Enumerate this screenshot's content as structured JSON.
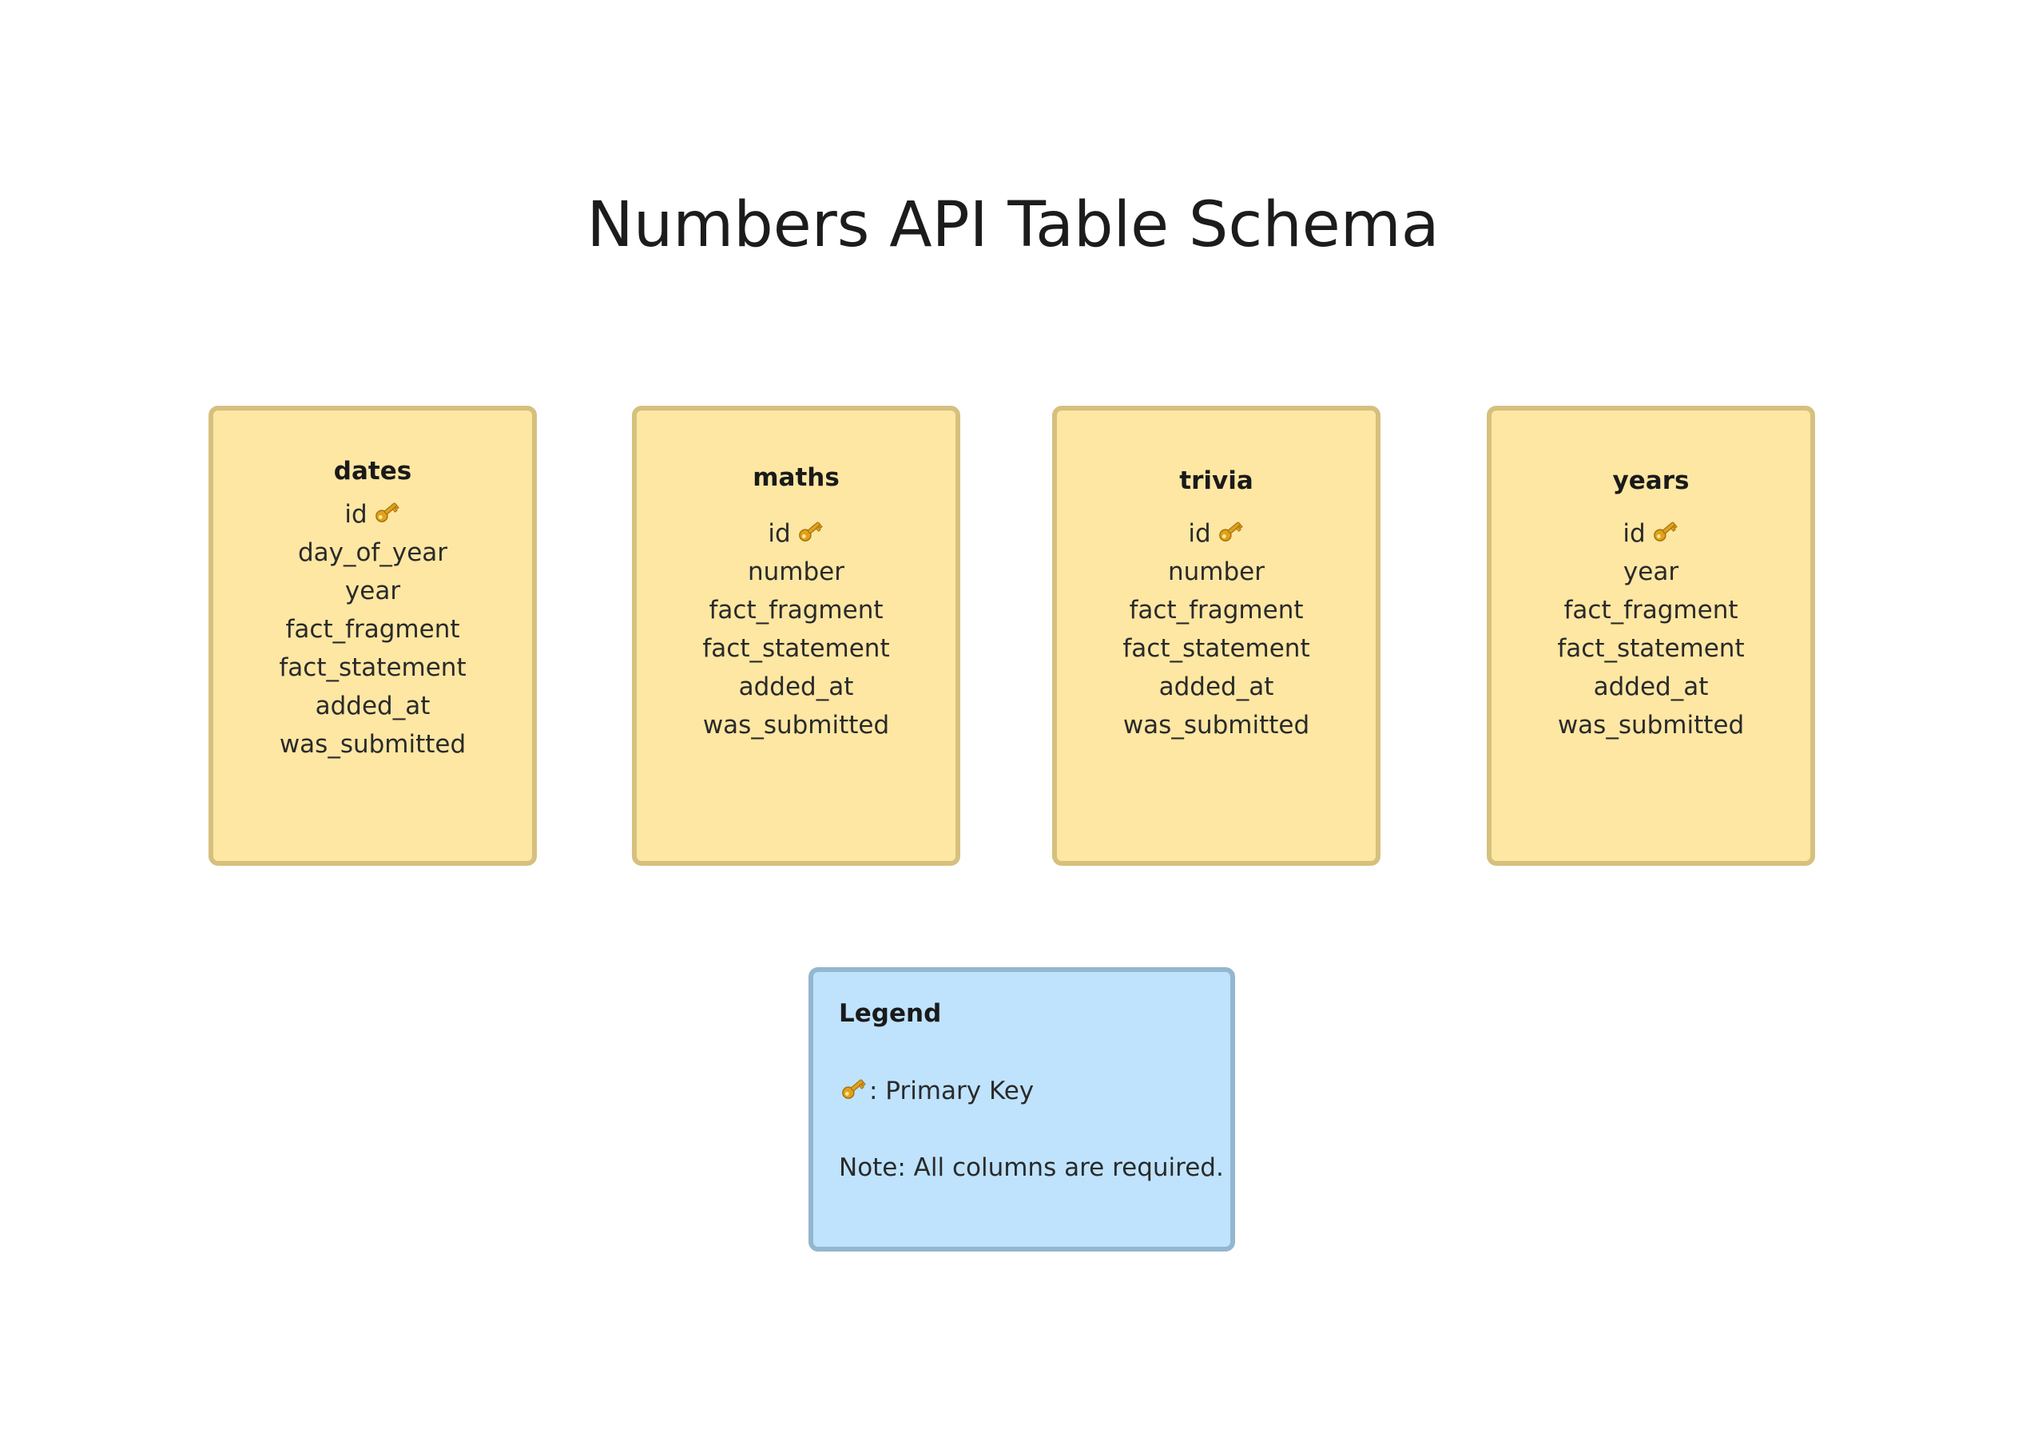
{
  "title": "Numbers API Table Schema",
  "colors": {
    "table_fill": "#fde7a3",
    "table_border": "#d6c07e",
    "legend_fill": "#bfe3fd",
    "legend_border": "#94b6cf",
    "key_icon": "#e0a21a"
  },
  "tables": [
    {
      "name": "dates",
      "columns": [
        "id",
        "day_of_year",
        "year",
        "fact_fragment",
        "fact_statement",
        "added_at",
        "was_submitted"
      ],
      "primary_key": "id"
    },
    {
      "name": "maths",
      "columns": [
        "id",
        "number",
        "fact_fragment",
        "fact_statement",
        "added_at",
        "was_submitted"
      ],
      "primary_key": "id"
    },
    {
      "name": "trivia",
      "columns": [
        "id",
        "number",
        "fact_fragment",
        "fact_statement",
        "added_at",
        "was_submitted"
      ],
      "primary_key": "id"
    },
    {
      "name": "years",
      "columns": [
        "id",
        "year",
        "fact_fragment",
        "fact_statement",
        "added_at",
        "was_submitted"
      ],
      "primary_key": "id"
    }
  ],
  "legend": {
    "title": "Legend",
    "key_icon": "key-icon",
    "key_label": ": Primary Key",
    "note": "Note: All columns are required."
  }
}
